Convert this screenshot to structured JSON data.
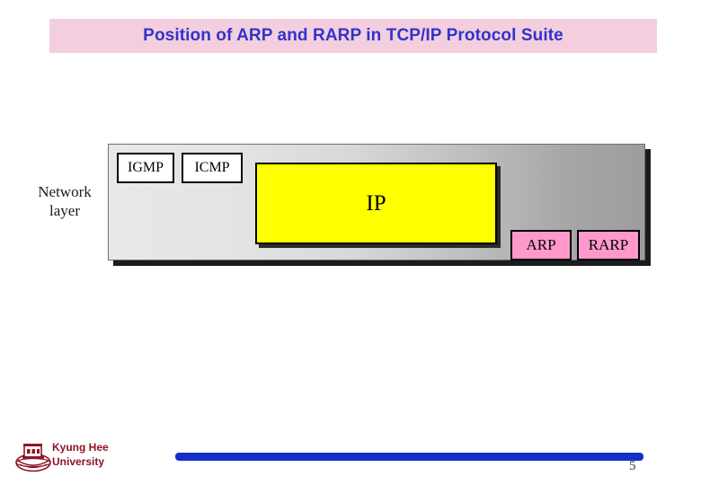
{
  "slide": {
    "title": "Position of ARP and RARP in TCP/IP Protocol Suite",
    "title_color": "#3333cc",
    "title_band_color": "#f3cedf",
    "page_number": "5"
  },
  "diagram": {
    "layer_label": "Network\nlayer",
    "panel": {
      "gradient_from": "#e8e8e8",
      "gradient_to": "#9d9d9d"
    },
    "boxes": [
      {
        "id": "igmp",
        "label": "IGMP",
        "color": "#ffffff"
      },
      {
        "id": "icmp",
        "label": "ICMP",
        "color": "#ffffff"
      },
      {
        "id": "ip",
        "label": "IP",
        "color": "#ffff00"
      },
      {
        "id": "arp",
        "label": "ARP",
        "color": "#ff99cc"
      },
      {
        "id": "rarp",
        "label": "RARP",
        "color": "#ff99cc"
      }
    ]
  },
  "footer": {
    "university": "Kyung Hee\nUniversity",
    "university_color": "#8e1426",
    "rule_color": "#1530c8"
  }
}
